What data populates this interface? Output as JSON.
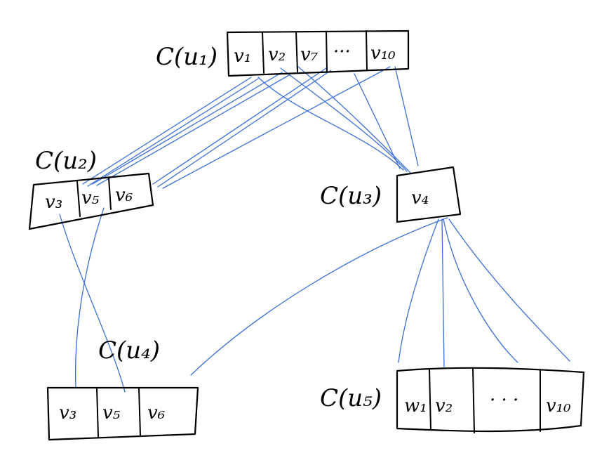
{
  "nodes": [
    {
      "id": "u1",
      "label": "C(u₁)",
      "cells": [
        "v₁",
        "v₂",
        "v₇",
        "···",
        "v₁₀"
      ]
    },
    {
      "id": "u2",
      "label": "C(u₂)",
      "cells": [
        "v₃",
        "v₅",
        "v₆"
      ]
    },
    {
      "id": "u3",
      "label": "C(u₃)",
      "cells": [
        "v₄"
      ]
    },
    {
      "id": "u4",
      "label": "C(u₄)",
      "cells": [
        "v₃",
        "v₅",
        "v₆"
      ]
    },
    {
      "id": "u5",
      "label": "C(u₅)",
      "cells": [
        "w₁",
        "v₂",
        "· · ·",
        "v₁₀"
      ]
    }
  ],
  "colors": {
    "ink": "#000000",
    "edge": "#3b6fd8"
  }
}
